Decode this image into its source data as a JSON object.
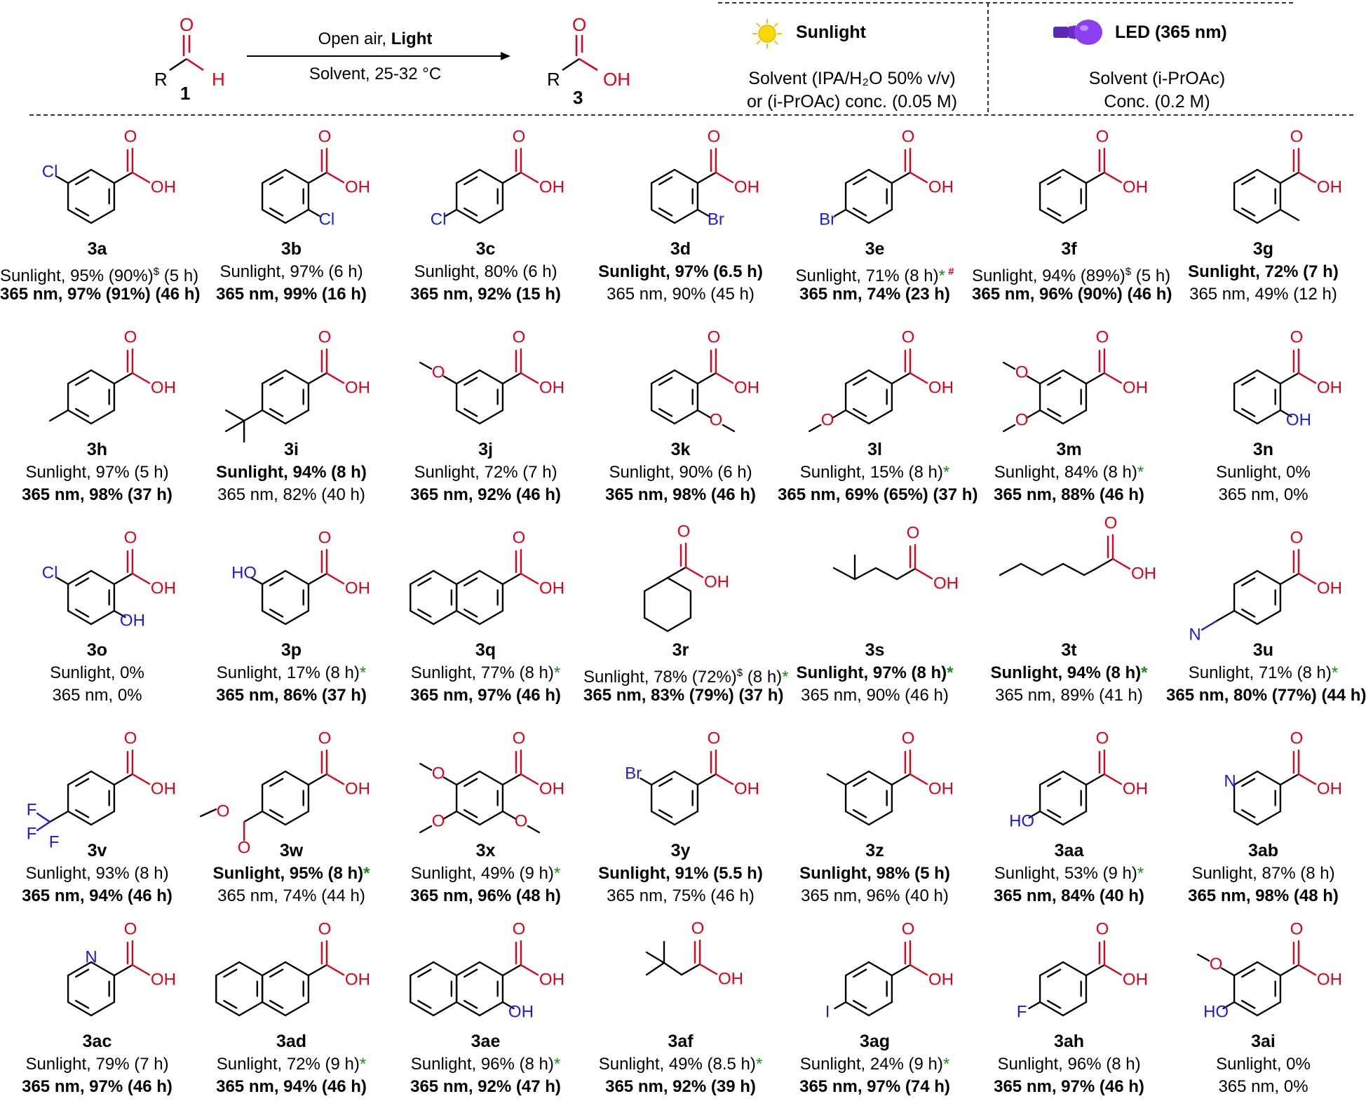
{
  "colors": {
    "oxygen": "#e0001a",
    "heteroatom": "#1a1ae6",
    "bond": "#000000",
    "star": "#1a8c1a",
    "led": "#7b2fd6",
    "sun": "#f5c400"
  },
  "scheme": {
    "reactant_r": "R",
    "reactant_h": "H",
    "reactant_o": "O",
    "reactant_id": "1",
    "arrow_top_prefix": "Open air, ",
    "arrow_top_bold": "Light",
    "arrow_bottom": "Solvent, 25-32 °C",
    "product_r": "R",
    "product_o": "O",
    "product_oh": "OH",
    "product_id": "3"
  },
  "conditions": {
    "sunlight": {
      "icon": "sun-icon",
      "title": "Sunlight",
      "line1": "Solvent (IPA/H₂O 50% v/v)",
      "line2": "or (i-PrOAc) conc. (0.05 M)"
    },
    "led": {
      "icon": "led-bulb-icon",
      "title": "LED (365 nm)",
      "line1": "Solvent (i-PrOAc)",
      "line2": "Conc. (0.2 M)"
    }
  },
  "compounds": [
    {
      "id": "3a",
      "subs": [
        {
          "pos": "m",
          "text": "Cl"
        }
      ],
      "l1": "Sunlight, 95% (90%)",
      "l1_sup": "$",
      "l1_tail": " (5 h)",
      "l1_bold": false,
      "l2": "365 nm, 97% (91%) (46 h)",
      "l2_bold": true
    },
    {
      "id": "3b",
      "subs": [
        {
          "pos": "o",
          "text": "Cl"
        }
      ],
      "l1": "Sunlight, 97% (6 h)",
      "l1_bold": false,
      "l2": "365 nm, 99% (16 h)",
      "l2_bold": true
    },
    {
      "id": "3c",
      "subs": [
        {
          "pos": "p",
          "text": "Cl"
        }
      ],
      "l1": "Sunlight, 80% (6 h)",
      "l1_bold": false,
      "l2": "365 nm, 92% (15 h)",
      "l2_bold": true
    },
    {
      "id": "3d",
      "subs": [
        {
          "pos": "o",
          "text": "Br"
        }
      ],
      "l1": "Sunlight, 97% (6.5 h)",
      "l1_bold": true,
      "l2": "365 nm, 90% (45 h)",
      "l2_bold": false
    },
    {
      "id": "3e",
      "subs": [
        {
          "pos": "p",
          "text": "Br"
        }
      ],
      "l1": "Sunlight, 71% (8 h)",
      "l1_star": "*",
      "l1_hash": " #",
      "l1_bold": false,
      "l2": "365 nm, 74% (23 h)",
      "l2_bold": true
    },
    {
      "id": "3f",
      "subs": [],
      "l1": "Sunlight, 94% (89%)",
      "l1_sup": "$",
      "l1_tail": " (5 h)",
      "l1_bold": false,
      "l2": "365 nm, 96% (90%) (46 h)",
      "l2_bold": true
    },
    {
      "id": "3g",
      "subs": [
        {
          "pos": "o",
          "text": "",
          "methyl": true
        }
      ],
      "l1": "Sunlight, 72% (7 h)",
      "l1_bold": true,
      "l2": "365 nm, 49% (12 h)",
      "l2_bold": false
    },
    {
      "id": "3h",
      "subs": [
        {
          "pos": "p",
          "text": "",
          "methyl": true
        }
      ],
      "l1": "Sunlight, 97% (5 h)",
      "l1_bold": false,
      "l2": "365 nm, 98% (37 h)",
      "l2_bold": true
    },
    {
      "id": "3i",
      "subs": [
        {
          "pos": "p",
          "text": "",
          "tbu": true
        }
      ],
      "l1": "Sunlight, 94% (8 h)",
      "l1_bold": true,
      "l2": "365 nm, 82% (40 h)",
      "l2_bold": false
    },
    {
      "id": "3j",
      "subs": [
        {
          "pos": "m",
          "text": "O",
          "ome": true
        }
      ],
      "l1": "Sunlight, 72% (7 h)",
      "l1_bold": false,
      "l2": "365 nm, 92% (46 h)",
      "l2_bold": true
    },
    {
      "id": "3k",
      "subs": [
        {
          "pos": "o",
          "text": "O",
          "ome": true
        }
      ],
      "l1": "Sunlight, 90% (6 h)",
      "l1_bold": false,
      "l2": "365 nm, 98% (46 h)",
      "l2_bold": true
    },
    {
      "id": "3l",
      "subs": [
        {
          "pos": "p",
          "text": "O",
          "ome": true
        }
      ],
      "l1": "Sunlight, 15% (8 h)",
      "l1_star": "*",
      "l1_bold": false,
      "l2": "365 nm, 69% (65%) (37 h)",
      "l2_bold": true
    },
    {
      "id": "3m",
      "subs": [
        {
          "pos": "m",
          "text": "O",
          "ome": true
        },
        {
          "pos": "p",
          "text": "O",
          "ome": true
        }
      ],
      "l1": "Sunlight, 84% (8 h)",
      "l1_star": "*",
      "l1_bold": false,
      "l2": "365 nm, 88% (46 h)",
      "l2_bold": true
    },
    {
      "id": "3n",
      "subs": [
        {
          "pos": "o",
          "text": "OH"
        }
      ],
      "l1": "Sunlight, 0%",
      "l1_bold": false,
      "l2": "365 nm, 0%",
      "l2_bold": false
    },
    {
      "id": "3o",
      "subs": [
        {
          "pos": "o",
          "text": "OH"
        },
        {
          "pos": "m2",
          "text": "Cl"
        }
      ],
      "l1": "Sunlight, 0%",
      "l1_bold": false,
      "l2": "365 nm, 0%",
      "l2_bold": false
    },
    {
      "id": "3p",
      "subs": [
        {
          "pos": "m",
          "text": "HO"
        }
      ],
      "l1": "Sunlight, 17% (8 h)",
      "l1_star": "*",
      "l1_bold": false,
      "l2": "365 nm, 86% (37 h)",
      "l2_bold": true
    },
    {
      "id": "3q",
      "subs": [],
      "naph1": true,
      "l1": "Sunlight, 77% (8 h)",
      "l1_star": "*",
      "l1_bold": false,
      "l2": "365 nm, 97% (46 h)",
      "l2_bold": true
    },
    {
      "id": "3r",
      "subs": [],
      "cyclohexyl": true,
      "l1": "Sunlight, 78% (72%)",
      "l1_sup": "$",
      "l1_tail": " (8 h)",
      "l1_star": "*",
      "l1_bold": false,
      "l2": "365 nm, 83% (79%) (37 h)",
      "l2_bold": true
    },
    {
      "id": "3s",
      "subs": [],
      "isovaleric": true,
      "l1": "Sunlight, 97% (8 h)",
      "l1_star": "*",
      "l1_bold": true,
      "l2": "365 nm, 90% (46 h)",
      "l2_bold": false
    },
    {
      "id": "3t",
      "subs": [],
      "hexanoic": true,
      "l1": "Sunlight, 94% (8 h)",
      "l1_star": "*",
      "l1_bold": true,
      "l2": "365 nm, 89% (41 h)",
      "l2_bold": false
    },
    {
      "id": "3u",
      "subs": [
        {
          "pos": "p",
          "text": "N",
          "nitrile": true
        }
      ],
      "l1": "Sunlight, 71% (8 h)",
      "l1_star": "*",
      "l1_bold": false,
      "l2": "365 nm, 80% (77%) (44 h)",
      "l2_bold": true
    },
    {
      "id": "3v",
      "subs": [
        {
          "pos": "p",
          "text": "F",
          "cf3": true
        }
      ],
      "l1": "Sunlight, 93% (8 h)",
      "l1_bold": false,
      "l2": "365 nm, 94% (46 h)",
      "l2_bold": true
    },
    {
      "id": "3w",
      "subs": [
        {
          "pos": "p",
          "text": "O",
          "ester": true
        }
      ],
      "l1": "Sunlight, 95% (8 h)",
      "l1_star": "*",
      "l1_bold": true,
      "l2": "365 nm, 74% (44 h)",
      "l2_bold": false
    },
    {
      "id": "3x",
      "subs": [
        {
          "pos": "o",
          "text": "O",
          "ome": true
        },
        {
          "pos": "m",
          "text": "O",
          "ome": true
        },
        {
          "pos": "p",
          "text": "O",
          "ome": true
        }
      ],
      "l1": "Sunlight, 49% (9 h)",
      "l1_star": "*",
      "l1_bold": false,
      "l2": "365 nm, 96% (48 h)",
      "l2_bold": true
    },
    {
      "id": "3y",
      "subs": [
        {
          "pos": "m",
          "text": "Br"
        }
      ],
      "l1": "Sunlight, 91% (5.5 h)",
      "l1_bold": true,
      "l2": "365 nm, 75% (46 h)",
      "l2_bold": false
    },
    {
      "id": "3z",
      "subs": [
        {
          "pos": "m",
          "text": "",
          "methyl": true
        }
      ],
      "l1": "Sunlight, 98% (5 h)",
      "l1_bold": true,
      "l2": "365 nm, 96% (40 h)",
      "l2_bold": false
    },
    {
      "id": "3aa",
      "subs": [
        {
          "pos": "p",
          "text": "HO"
        }
      ],
      "l1": "Sunlight, 53% (9 h)",
      "l1_star": "*",
      "l1_bold": false,
      "l2": "365 nm, 84% (40 h)",
      "l2_bold": true
    },
    {
      "id": "3ab",
      "subs": [],
      "pyridine3": true,
      "l1": "Sunlight, 87% (8 h)",
      "l1_bold": false,
      "l2": "365 nm, 98% (48 h)",
      "l2_bold": true
    },
    {
      "id": "3ac",
      "subs": [],
      "pyridine2": true,
      "l1": "Sunlight, 79% (7 h)",
      "l1_bold": false,
      "l2": "365 nm, 97% (46 h)",
      "l2_bold": true
    },
    {
      "id": "3ad",
      "subs": [],
      "naph2": true,
      "l1": "Sunlight, 72% (9 h)",
      "l1_star": "*",
      "l1_bold": false,
      "l2": "365 nm, 94% (46 h)",
      "l2_bold": true
    },
    {
      "id": "3ae",
      "subs": [
        {
          "pos": "o",
          "text": "OH"
        }
      ],
      "naph1": true,
      "l1": "Sunlight, 96% (8 h)",
      "l1_star": "*",
      "l1_bold": false,
      "l2": "365 nm, 92% (47 h)",
      "l2_bold": true
    },
    {
      "id": "3af",
      "subs": [],
      "pivalic": true,
      "l1": "Sunlight, 49% (8.5 h)",
      "l1_star": "*",
      "l1_bold": false,
      "l2": "365 nm, 92% (39 h)",
      "l2_bold": true
    },
    {
      "id": "3ag",
      "subs": [
        {
          "pos": "p",
          "text": "I"
        }
      ],
      "l1": "Sunlight, 24% (9 h)",
      "l1_star": "*",
      "l1_bold": false,
      "l2": "365 nm, 97% (74 h)",
      "l2_bold": true
    },
    {
      "id": "3ah",
      "subs": [
        {
          "pos": "p",
          "text": "F"
        }
      ],
      "l1": "Sunlight, 96% (8 h)",
      "l1_bold": false,
      "l2": "365 nm, 97% (46 h)",
      "l2_bold": true
    },
    {
      "id": "3ai",
      "subs": [
        {
          "pos": "m",
          "text": "O",
          "ome": true
        },
        {
          "pos": "p",
          "text": "HO"
        }
      ],
      "l1": "Sunlight, 0%",
      "l1_bold": false,
      "l2": "365 nm, 0%",
      "l2_bold": false
    }
  ]
}
